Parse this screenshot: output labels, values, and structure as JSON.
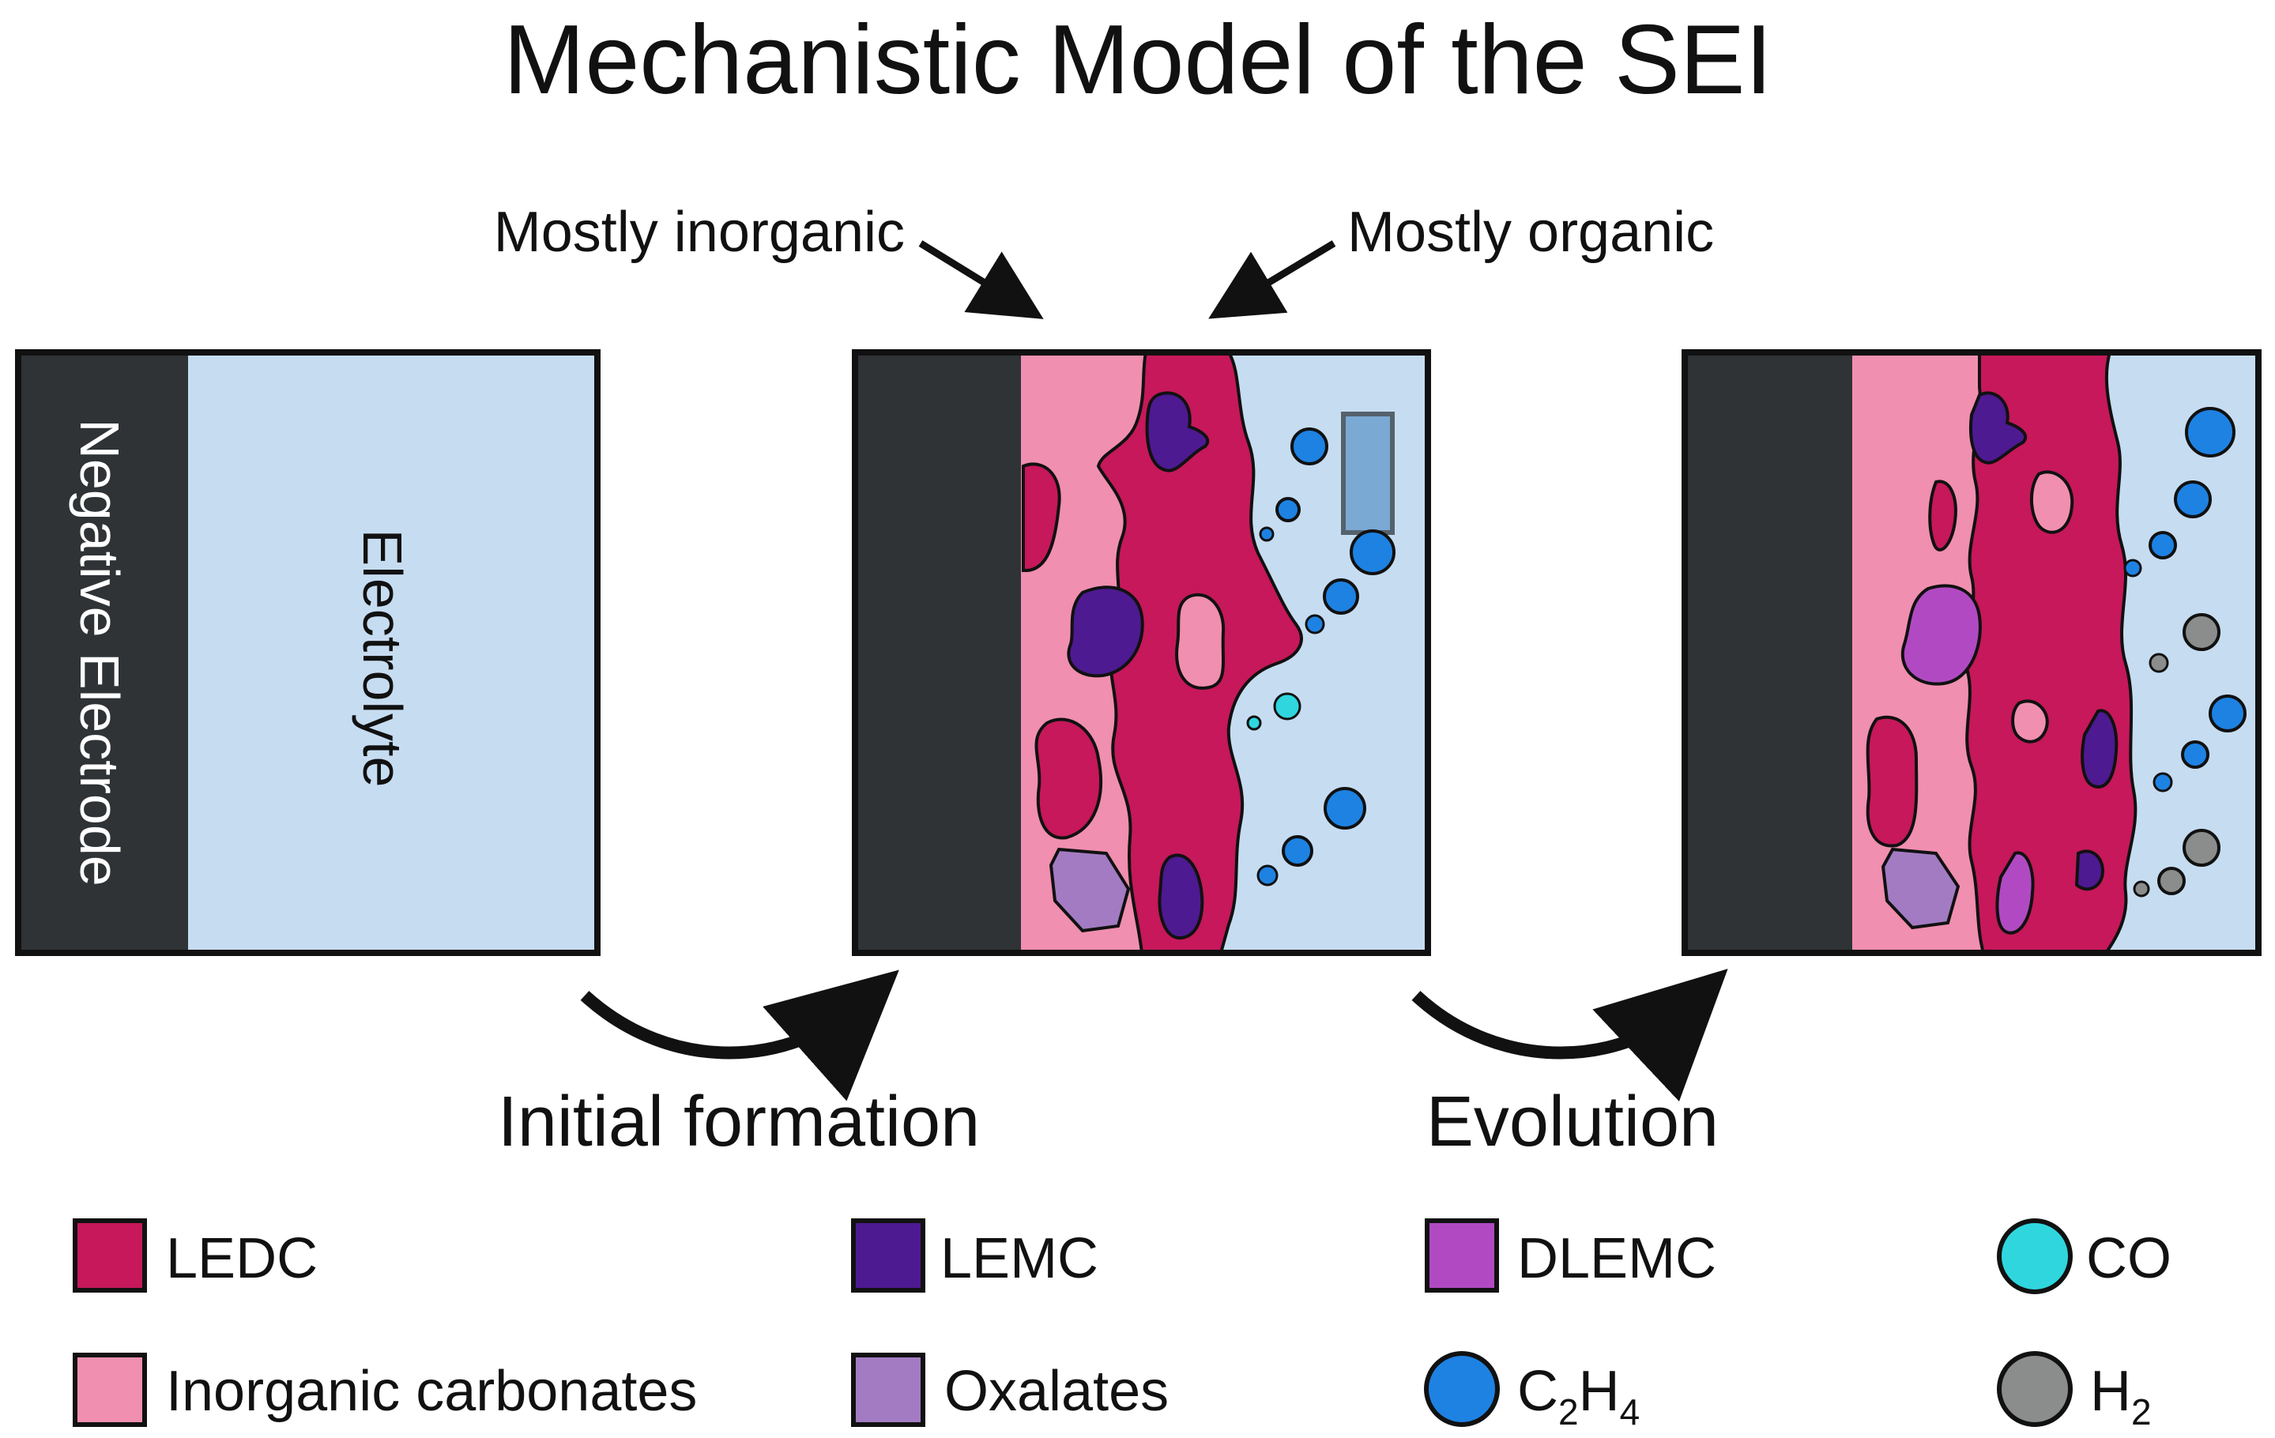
{
  "title": "Mechanistic Model of the SEI",
  "annotations": {
    "inorganic": "Mostly inorganic",
    "organic": "Mostly organic"
  },
  "panel1": {
    "electrode_label": "Negative Electrode",
    "electrolyte_label": "Electrolyte"
  },
  "steps": {
    "initial": "Initial formation",
    "evolution": "Evolution"
  },
  "colors": {
    "electrode": "#2f3336",
    "electrolyte": "#c6dcf1",
    "ledc": "#c6185a",
    "inorganic_carbonates": "#f08fb0",
    "lemc": "#4d1a91",
    "oxalates": "#a37bc3",
    "dlemc": "#b14ac2",
    "co": "#2fd6de",
    "c2h4": "#1e82e3",
    "h2": "#8a8d8b"
  },
  "legend": [
    {
      "label": "LEDC",
      "color": "#c6185a",
      "shape": "square"
    },
    {
      "label": "LEMC",
      "color": "#4d1a91",
      "shape": "square"
    },
    {
      "label": "DLEMC",
      "color": "#b14ac2",
      "shape": "square"
    },
    {
      "label": "CO",
      "color": "#2fd6de",
      "shape": "circle"
    },
    {
      "label": "Inorganic carbonates",
      "color": "#f08fb0",
      "shape": "square"
    },
    {
      "label": "Oxalates",
      "color": "#a37bc3",
      "shape": "square"
    },
    {
      "label_main": "C",
      "sub1": "2",
      "label_mid": "H",
      "sub2": "4",
      "color": "#1e82e3",
      "shape": "circle"
    },
    {
      "label_main": "H",
      "sub1": "2",
      "color": "#8a8d8b",
      "shape": "circle"
    }
  ]
}
